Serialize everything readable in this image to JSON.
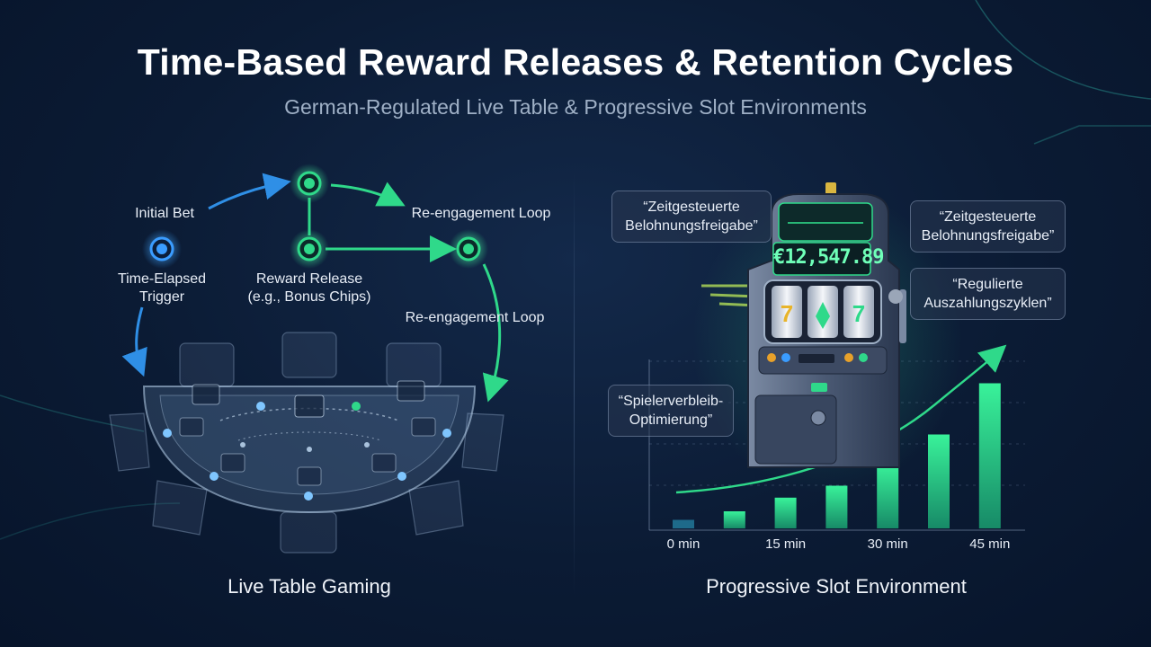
{
  "header": {
    "title": "Time-Based Reward Releases & Retention Cycles",
    "subtitle": "German-Regulated Live Table & Progressive Slot Environments"
  },
  "left_panel": {
    "flow": {
      "initial_bet": "Initial Bet",
      "re_engagement_top": "Re-engagement Loop",
      "time_trigger": "Time-Elapsed\nTrigger",
      "reward_release": "Reward Release\n(e.g., Bonus Chips)",
      "re_engagement_side": "Re-engagement Loop"
    },
    "caption": "Live Table Gaming"
  },
  "right_panel": {
    "jackpot_display": "€12,547.89",
    "callouts": {
      "left_top": "“Zeitgesteuerte\nBelohnungsfreigabe”",
      "right_top": "“Zeitgesteuerte\nBelohnungsfreigabe”",
      "right_mid": "“Regulierte\nAuszahlungszyklen”",
      "left_mid": "“Spielerverbleib-\nOptimierung”"
    },
    "caption": "Progressive Slot Environment"
  },
  "chart_data": {
    "type": "bar",
    "categories": [
      "0 min",
      "",
      "15 min",
      "",
      "30 min",
      "",
      "45 min"
    ],
    "values": [
      0.05,
      0.1,
      0.18,
      0.25,
      0.38,
      0.55,
      0.85
    ],
    "tick_labels": [
      "0 min",
      "15 min",
      "30 min",
      "45 min"
    ],
    "grid": true,
    "trend_arrow": true
  },
  "colors": {
    "background": "#0b1b34",
    "blue_accent": "#2f8fe6",
    "green_accent": "#2fd98a",
    "bar_green": "#2fe08c"
  }
}
